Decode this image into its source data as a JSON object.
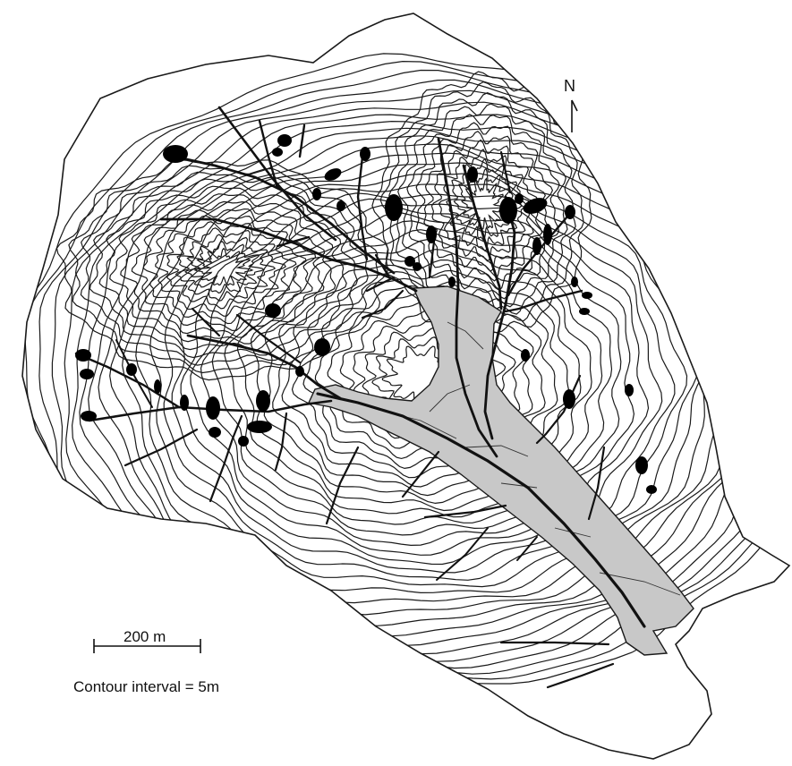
{
  "map": {
    "north_label": "N",
    "scale_label": "200 m",
    "contour_note": "Contour interval = 5m",
    "colors": {
      "background": "#ffffff",
      "contour": "#1a1a1a",
      "stream": "#111111",
      "valley_floor": "#c8c8c8",
      "marker": "#000000"
    },
    "symbols": {
      "north": "north-arrow-icon",
      "scale": "scale-bar-icon"
    }
  }
}
